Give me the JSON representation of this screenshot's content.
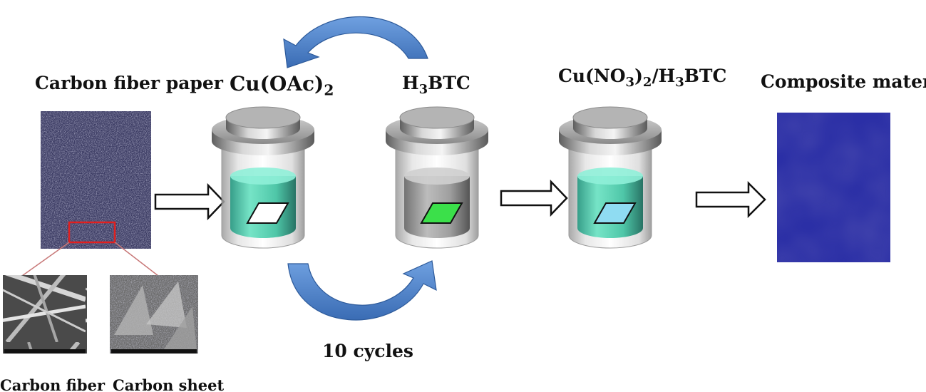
{
  "labels": {
    "carbon_fiber_paper": "Carbon fiber paper",
    "cu_oac": "Cu(OAc)",
    "cu_oac_sub": "2",
    "h3btc_h": "H",
    "h3btc_sub": "3",
    "h3btc_rest": "BTC",
    "cuno3_a": "Cu(NO",
    "cuno3_sub1": "3",
    "cuno3_b": ")",
    "cuno3_sub2": "2",
    "cuno3_c": "/H",
    "cuno3_sub3": "3",
    "cuno3_d": "BTC",
    "composite": "Composite material",
    "cycles": "10 cycles",
    "carbon_fiber": "Carbon fiber",
    "carbon_sheet": "Carbon sheet"
  },
  "colors": {
    "paper_texture": "#3a3a62",
    "composite_blue": "#2b2fa6",
    "cycle_arrow": "#4f86cf",
    "liquid_teal": "#5fd6b8",
    "liquid_gray": "#a8a8a8",
    "sample_white": "#ffffff",
    "sample_green": "#3be04a",
    "sample_cyan": "#8fdcf2",
    "zoom_box": "#e02020"
  },
  "vessels": [
    {
      "name": "cu-oac-vessel",
      "liquid": "liquid_teal",
      "sample": "sample_white"
    },
    {
      "name": "h3btc-vessel",
      "liquid": "liquid_gray",
      "sample": "sample_green"
    },
    {
      "name": "cuno3-h3btc-vessel",
      "liquid": "liquid_teal",
      "sample": "sample_cyan"
    }
  ]
}
